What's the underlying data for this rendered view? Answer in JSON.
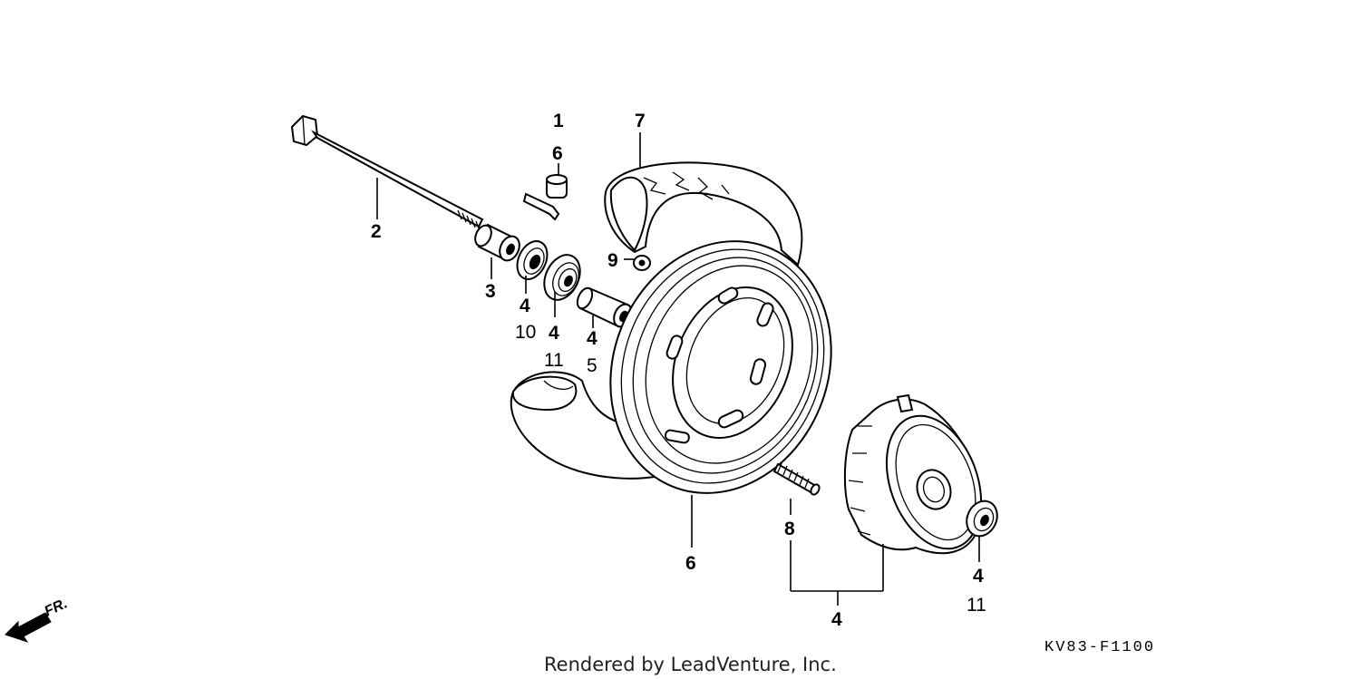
{
  "diagram": {
    "callouts": [
      {
        "id": "c1",
        "text": "1"
      },
      {
        "id": "c6a",
        "text": "6"
      },
      {
        "id": "c7",
        "text": "7"
      },
      {
        "id": "c2",
        "text": "2"
      },
      {
        "id": "c9",
        "text": "9"
      },
      {
        "id": "c3",
        "text": "3"
      },
      {
        "id": "c4a",
        "text": "4"
      },
      {
        "id": "c10",
        "text": "10"
      },
      {
        "id": "c4b",
        "text": "4"
      },
      {
        "id": "c11a",
        "text": "11"
      },
      {
        "id": "c4c",
        "text": "4"
      },
      {
        "id": "c5",
        "text": "5"
      },
      {
        "id": "c6b",
        "text": "6"
      },
      {
        "id": "c8",
        "text": "8"
      },
      {
        "id": "c4d",
        "text": "4"
      },
      {
        "id": "c4e",
        "text": "4"
      },
      {
        "id": "c11b",
        "text": "11"
      }
    ],
    "direction_label": "FR.",
    "diagram_code": "KV83-F1100",
    "credit": "Rendered by LeadVenture, Inc."
  },
  "colors": {
    "ink": "#000000",
    "background": "#ffffff"
  }
}
